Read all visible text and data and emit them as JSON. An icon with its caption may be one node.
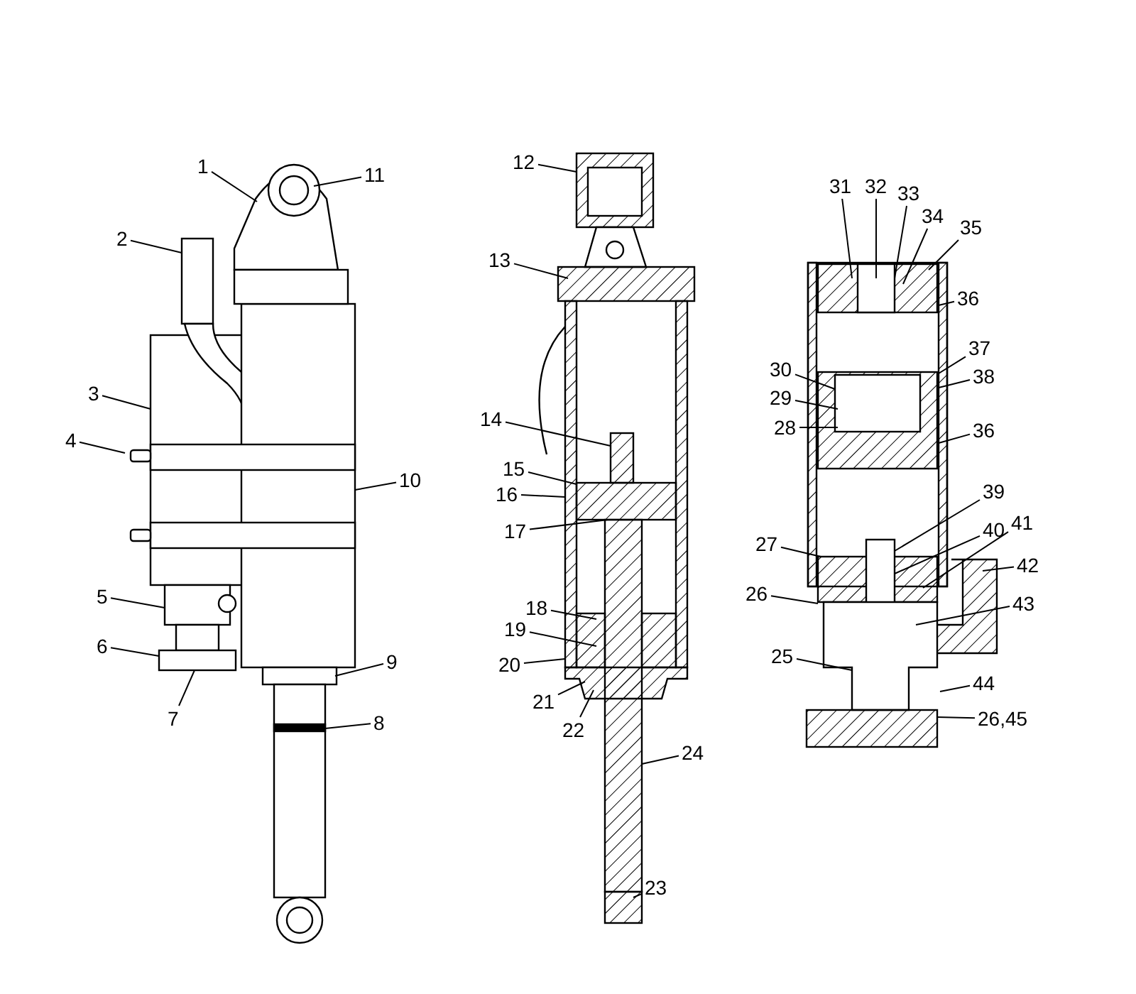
{
  "diagram": {
    "nodes": [
      {
        "text": [
          "1"
        ]
      },
      {
        "text": [
          "2"
        ]
      },
      {
        "text": [
          "3"
        ]
      },
      {
        "text": [
          "4"
        ]
      },
      {
        "text": [
          "5"
        ]
      },
      {
        "text": [
          "6"
        ]
      },
      {
        "text": [
          "7"
        ]
      },
      {
        "text": [
          "8"
        ]
      },
      {
        "text": [
          "9"
        ]
      },
      {
        "text": [
          "10"
        ]
      },
      {
        "text": [
          "11"
        ]
      },
      {
        "text": [
          "12"
        ]
      },
      {
        "text": [
          "13"
        ]
      },
      {
        "text": [
          "14"
        ]
      },
      {
        "text": [
          "15"
        ]
      },
      {
        "text": [
          "16"
        ]
      },
      {
        "text": [
          "17"
        ]
      },
      {
        "text": [
          "18"
        ]
      },
      {
        "text": [
          "19"
        ]
      },
      {
        "text": [
          "20"
        ]
      },
      {
        "text": [
          "21"
        ]
      },
      {
        "text": [
          "22"
        ]
      },
      {
        "text": [
          "24"
        ]
      },
      {
        "text": [
          "23"
        ]
      },
      {
        "text": [
          "31"
        ]
      },
      {
        "text": [
          "32"
        ]
      },
      {
        "text": [
          "33"
        ]
      },
      {
        "text": [
          "34"
        ]
      },
      {
        "text": [
          "35"
        ]
      },
      {
        "text": [
          "36"
        ]
      },
      {
        "text": [
          "30"
        ]
      },
      {
        "text": [
          "37"
        ]
      },
      {
        "text": [
          "29"
        ]
      },
      {
        "text": [
          "38"
        ]
      },
      {
        "text": [
          "28"
        ]
      },
      {
        "text": [
          "36"
        ]
      },
      {
        "text": [
          "39"
        ]
      },
      {
        "text": [
          "41"
        ]
      },
      {
        "text": [
          "40"
        ]
      },
      {
        "text": [
          "27"
        ]
      },
      {
        "text": [
          "42"
        ]
      },
      {
        "text": [
          "26"
        ]
      },
      {
        "text": [
          "43"
        ]
      },
      {
        "text": [
          "25"
        ]
      },
      {
        "text": [
          "44"
        ]
      },
      {
        "text": [
          "26,45"
        ]
      }
    ],
    "edges": [
      {
        "from": 0,
        "to": null,
        "arrow": "none"
      },
      {
        "from": 1,
        "to": null,
        "arrow": "none"
      },
      {
        "from": 2,
        "to": null,
        "arrow": "none"
      },
      {
        "from": 3,
        "to": null,
        "arrow": "none"
      },
      {
        "from": 4,
        "to": null,
        "arrow": "none"
      },
      {
        "from": 5,
        "to": null,
        "arrow": "none"
      },
      {
        "from": 6,
        "to": null,
        "arrow": "none"
      },
      {
        "from": 7,
        "to": null,
        "arrow": "none"
      },
      {
        "from": 8,
        "to": null,
        "arrow": "none"
      },
      {
        "from": 9,
        "to": null,
        "arrow": "none"
      },
      {
        "from": 10,
        "to": null,
        "arrow": "none"
      },
      {
        "from": 11,
        "to": null,
        "arrow": "none"
      },
      {
        "from": 12,
        "to": null,
        "arrow": "none"
      },
      {
        "from": 13,
        "to": null,
        "arrow": "none"
      },
      {
        "from": 14,
        "to": null,
        "arrow": "none"
      },
      {
        "from": 15,
        "to": null,
        "arrow": "none"
      },
      {
        "from": 16,
        "to": null,
        "arrow": "none"
      },
      {
        "from": 17,
        "to": null,
        "arrow": "none"
      },
      {
        "from": 18,
        "to": null,
        "arrow": "none"
      },
      {
        "from": 19,
        "to": null,
        "arrow": "none"
      },
      {
        "from": 20,
        "to": null,
        "arrow": "none"
      },
      {
        "from": 21,
        "to": null,
        "arrow": "none"
      },
      {
        "from": 22,
        "to": null,
        "arrow": "none"
      },
      {
        "from": 23,
        "to": null,
        "arrow": "none"
      },
      {
        "from": 24,
        "to": null,
        "arrow": "none"
      },
      {
        "from": 25,
        "to": null,
        "arrow": "none"
      },
      {
        "from": 26,
        "to": null,
        "arrow": "none"
      },
      {
        "from": 27,
        "to": null,
        "arrow": "none"
      },
      {
        "from": 28,
        "to": null,
        "arrow": "none"
      },
      {
        "from": 29,
        "to": null,
        "arrow": "none"
      },
      {
        "from": 30,
        "to": null,
        "arrow": "none"
      },
      {
        "from": 31,
        "to": null,
        "arrow": "none"
      },
      {
        "from": 32,
        "to": null,
        "arrow": "none"
      },
      {
        "from": 33,
        "to": null,
        "arrow": "none"
      },
      {
        "from": 34,
        "to": null,
        "arrow": "none"
      },
      {
        "from": 35,
        "to": null,
        "arrow": "none"
      },
      {
        "from": 36,
        "to": null,
        "arrow": "none"
      },
      {
        "from": 37,
        "to": null,
        "arrow": "none"
      },
      {
        "from": 38,
        "to": null,
        "arrow": "none"
      },
      {
        "from": 39,
        "to": null,
        "arrow": "none"
      },
      {
        "from": 40,
        "to": null,
        "arrow": "none"
      },
      {
        "from": 41,
        "to": null,
        "arrow": "none"
      },
      {
        "from": 42,
        "to": null,
        "arrow": "none"
      },
      {
        "from": 43,
        "to": null,
        "arrow": "none"
      },
      {
        "from": 44,
        "to": null,
        "arrow": "none"
      },
      {
        "from": 45,
        "to": null,
        "arrow": "none"
      }
    ]
  }
}
